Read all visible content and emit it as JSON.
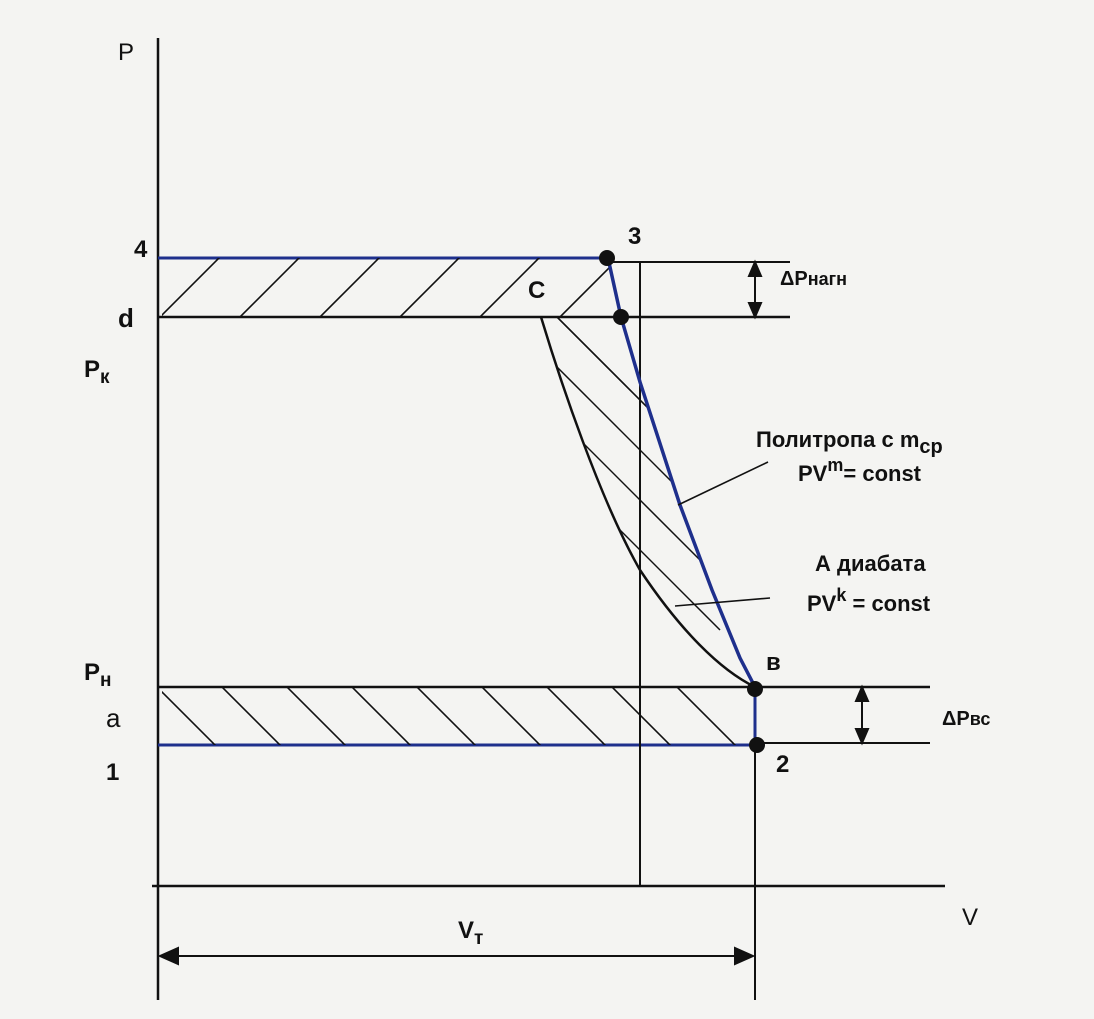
{
  "axes": {
    "p_label": "P",
    "v_label": "V"
  },
  "pressure_labels": {
    "p4": "4",
    "pd": "d",
    "pk": "P",
    "pk_sub": "к",
    "pn": "P",
    "pn_sub": "н",
    "pa": "a",
    "p1": "1"
  },
  "points": {
    "p3": "3",
    "pc": "C",
    "pv": "в",
    "p2": "2"
  },
  "curves": {
    "polytrope_name": "Политропа с m",
    "polytrope_sub": "ср",
    "polytrope_eq_pre": "PV",
    "polytrope_eq_exp": "m",
    "polytrope_eq_post": "= const",
    "adiabat_name": "А диабата",
    "adiabat_eq_pre": "PV",
    "adiabat_eq_exp": "k",
    "adiabat_eq_post": " = const"
  },
  "dimensions": {
    "dp_discharge": "ΔP",
    "dp_discharge_sub": "нагн",
    "dp_suction": "ΔP",
    "dp_suction_sub": "вс",
    "vt": "V",
    "vt_sub": "т"
  },
  "colors": {
    "cycle_line": "#1e2f8c",
    "ink": "#111111",
    "background": "#f4f4f2"
  }
}
